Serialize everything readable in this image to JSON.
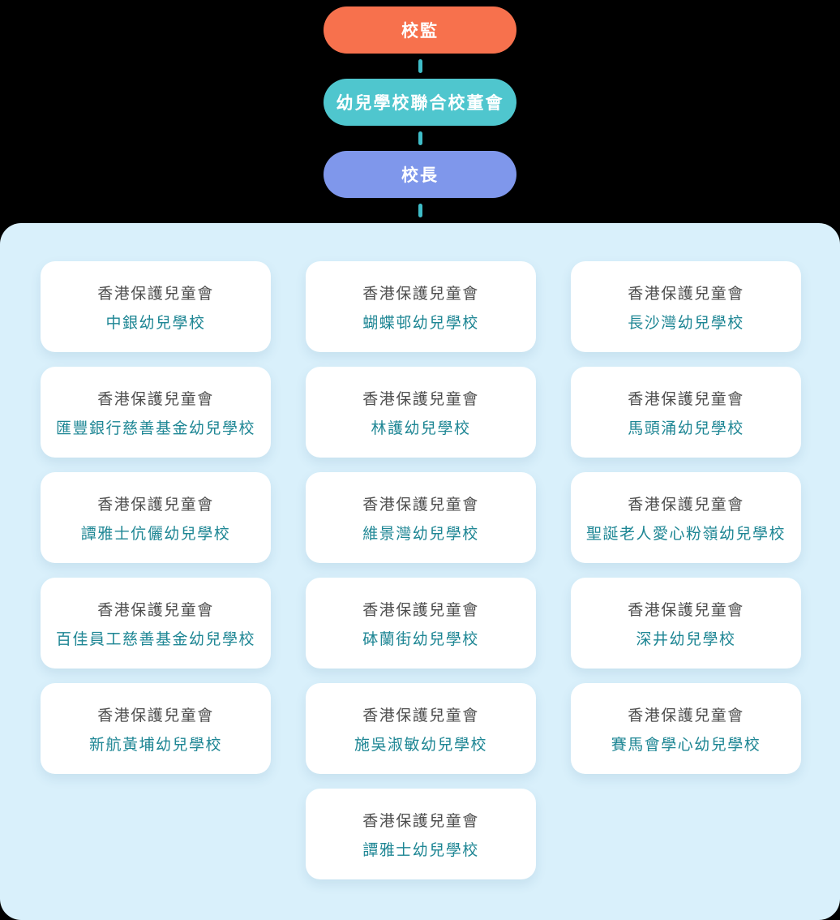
{
  "hierarchy": {
    "supervisor": "校監",
    "board": "幼兒學校聯合校董會",
    "principal": "校長"
  },
  "organization": "香港保護兒童會",
  "schools": [
    "中銀幼兒學校",
    "蝴蝶邨幼兒學校",
    "長沙灣幼兒學校",
    "匯豐銀行慈善基金幼兒學校",
    "林護幼兒學校",
    "馬頭涌幼兒學校",
    "譚雅士伉儷幼兒學校",
    "維景灣幼兒學校",
    "聖誕老人愛心粉嶺幼兒學校",
    "百佳員工慈善基金幼兒學校",
    "砵蘭街幼兒學校",
    "深井幼兒學校",
    "新航黃埔幼兒學校",
    "施吳淑敏幼兒學校",
    "賽馬會學心幼兒學校",
    "譚雅士幼兒學校"
  ],
  "colors": {
    "supervisor_pill": "#F7714D",
    "board_pill": "#4FC6CE",
    "principal_pill": "#7F97EB",
    "connector": "#3FBDC8",
    "panel_background": "#D9F0FB",
    "card_background": "#FFFFFF",
    "organization_text": "#4D4D4D",
    "school_text": "#1E8694",
    "page_background": "#000000"
  }
}
